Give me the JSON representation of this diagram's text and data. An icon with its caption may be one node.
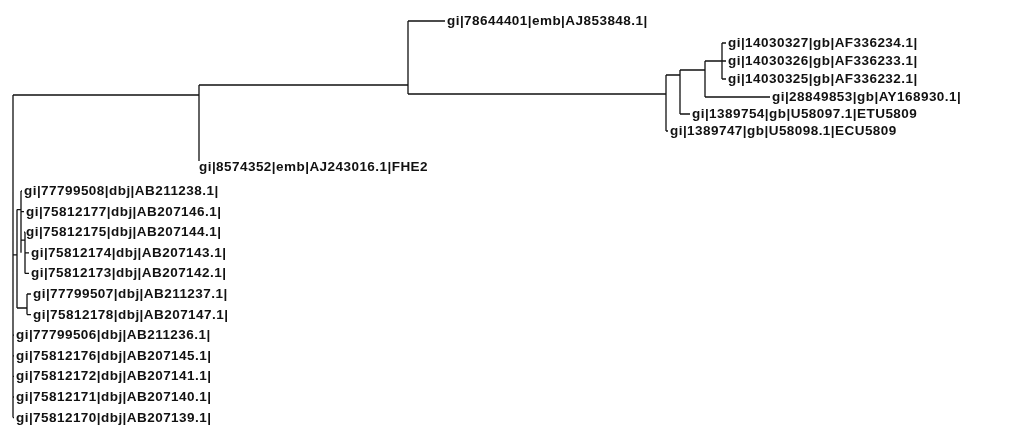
{
  "diagram": {
    "labels": [
      "gi|78644401|emb|AJ853848.1|",
      "gi|14030327|gb|AF336234.1|",
      "gi|14030326|gb|AF336233.1|",
      "gi|14030325|gb|AF336232.1|",
      "gi|28849853|gb|AY168930.1|",
      "gi|1389754|gb|U58097.1|ETU5809",
      "gi|1389747|gb|U58098.1|ECU5809",
      "gi|8574352|emb|AJ243016.1|FHE2",
      "gi|77799508|dbj|AB211238.1|",
      "gi|75812177|dbj|AB207146.1|",
      "gi|75812175|dbj|AB207144.1|",
      "gi|75812174|dbj|AB207143.1|",
      "gi|75812173|dbj|AB207142.1|",
      "gi|77799507|dbj|AB211237.1|",
      "gi|75812178|dbj|AB207147.1|",
      "gi|77799506|dbj|AB211236.1|",
      "gi|75812176|dbj|AB207145.1|",
      "gi|75812172|dbj|AB207141.1|",
      "gi|75812171|dbj|AB207140.1|",
      "gi|75812170|dbj|AB207139.1|"
    ]
  }
}
